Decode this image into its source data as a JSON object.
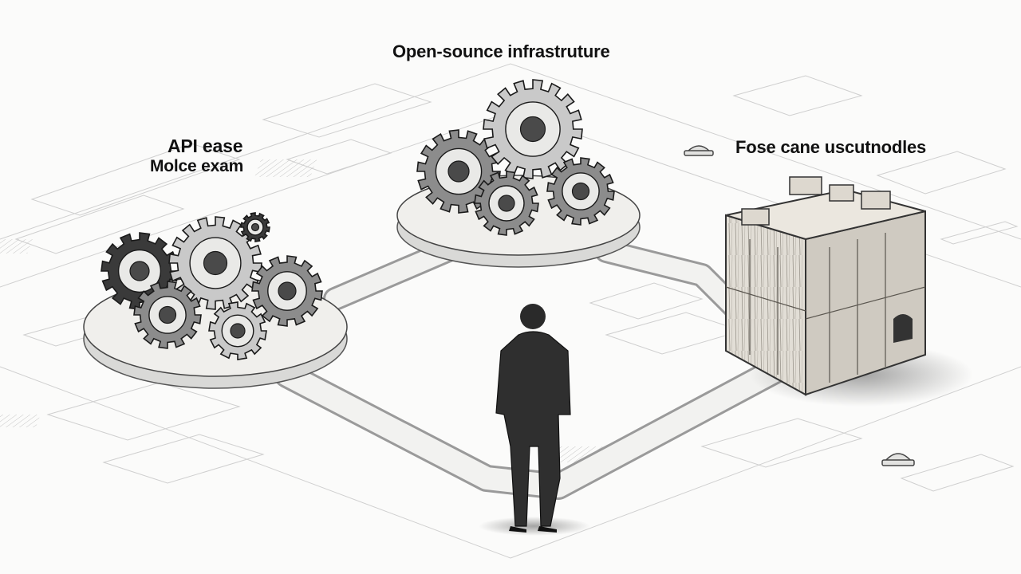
{
  "labels": {
    "title": "Open-sounce infrastruture",
    "left_line1": "API ease",
    "left_line2": "Molce exam",
    "right": "Fose cane uscutnodles"
  },
  "colors": {
    "paper": "#fbfbfa",
    "ink": "#1a1a1a",
    "gear_dark": "#3a3a3a",
    "gear_mid": "#8c8c8c",
    "gear_light": "#c9c9c9",
    "wood": "#d8d4cc"
  }
}
